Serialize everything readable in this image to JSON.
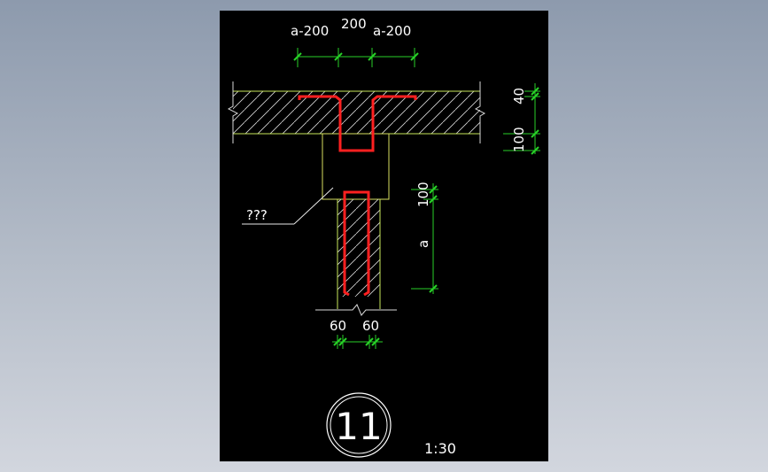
{
  "drawing": {
    "dimensions_top": [
      "a-200",
      "200",
      "a-200"
    ],
    "dimensions_right_slab": [
      "40",
      "100"
    ],
    "dimensions_right_wall": [
      "100",
      "a"
    ],
    "dimensions_bottom": [
      "60",
      "60"
    ],
    "leader_label": "???",
    "detail_number": "11",
    "scale": "1:30"
  },
  "colors": {
    "background": "#000000",
    "outline": "#c9e85a",
    "dimension": "#27d127",
    "rebar": "#ff2020",
    "text": "#ffffff"
  }
}
